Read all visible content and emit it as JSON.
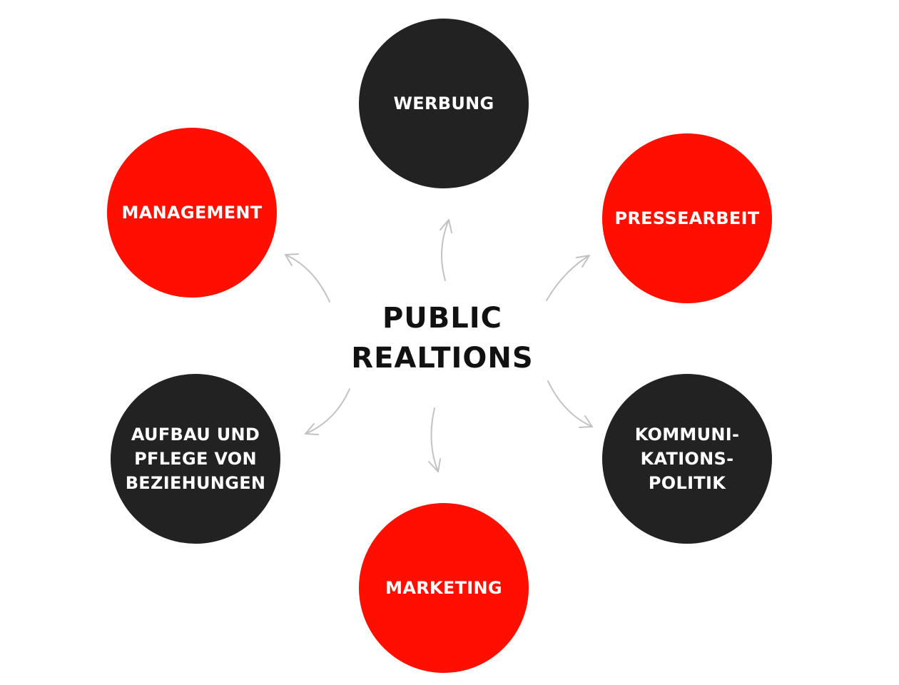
{
  "colors": {
    "red": "#ff0f00",
    "dark": "#222222",
    "arrow": "#c2c2c2",
    "center_text": "#111111"
  },
  "center": {
    "lines": [
      "PUBLIC",
      "REALTIONS"
    ]
  },
  "nodes": [
    {
      "id": "werbung",
      "color": "dark",
      "lines": [
        "WERBUNG"
      ]
    },
    {
      "id": "pressearbeit",
      "color": "red",
      "lines": [
        "PRESSEARBEIT"
      ]
    },
    {
      "id": "kommunikationspolitik",
      "color": "dark",
      "lines": [
        "KOMMUNI-",
        "KATIONS-",
        "POLITIK"
      ]
    },
    {
      "id": "marketing",
      "color": "red",
      "lines": [
        "MARKETING"
      ]
    },
    {
      "id": "aufbau",
      "color": "dark",
      "lines": [
        "AUFBAU UND",
        "PFLEGE VON",
        "BEZIEHUNGEN"
      ]
    },
    {
      "id": "management",
      "color": "red",
      "lines": [
        "MANAGEMENT"
      ]
    }
  ]
}
